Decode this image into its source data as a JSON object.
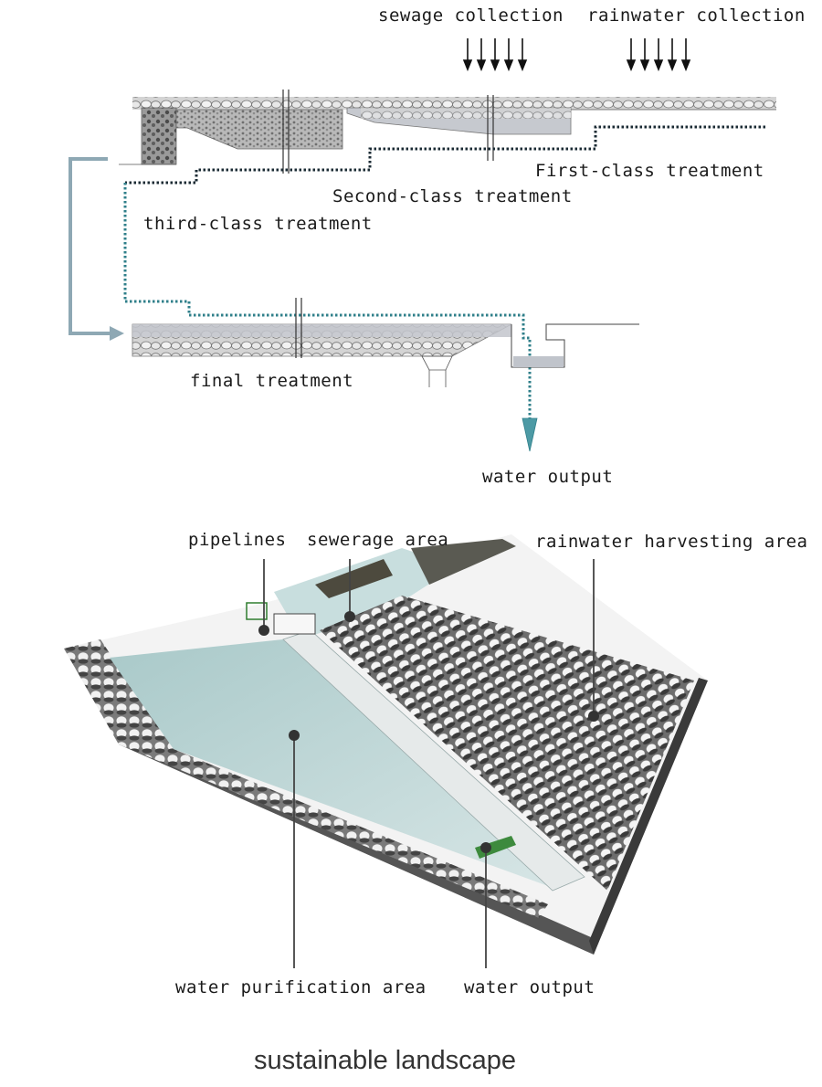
{
  "colors": {
    "flow_dotted_dark": "#1a2a33",
    "flow_dotted_teal": "#2f7f8a",
    "return_arrow": "#8ea8b4",
    "water_surface": "#b9d3d3",
    "gravel_fill": "#c4c4c4",
    "basin_fill": "#bfc3c9",
    "platform_edge": "#3a3a3a"
  },
  "process": {
    "sewage_collection": "sewage collection",
    "rainwater_collection": "rainwater collection",
    "first_class": "First-class treatment",
    "second_class": "Second-class treatment",
    "third_class": "third-class treatment",
    "final": "final treatment",
    "water_output": "water output"
  },
  "site": {
    "pipelines": "pipelines",
    "sewerage_area": "sewerage area",
    "rainwater_harvesting_area": "rainwater harvesting area",
    "water_purification_area": "water purification area",
    "water_output": "water output"
  },
  "caption": "sustainable landscape"
}
